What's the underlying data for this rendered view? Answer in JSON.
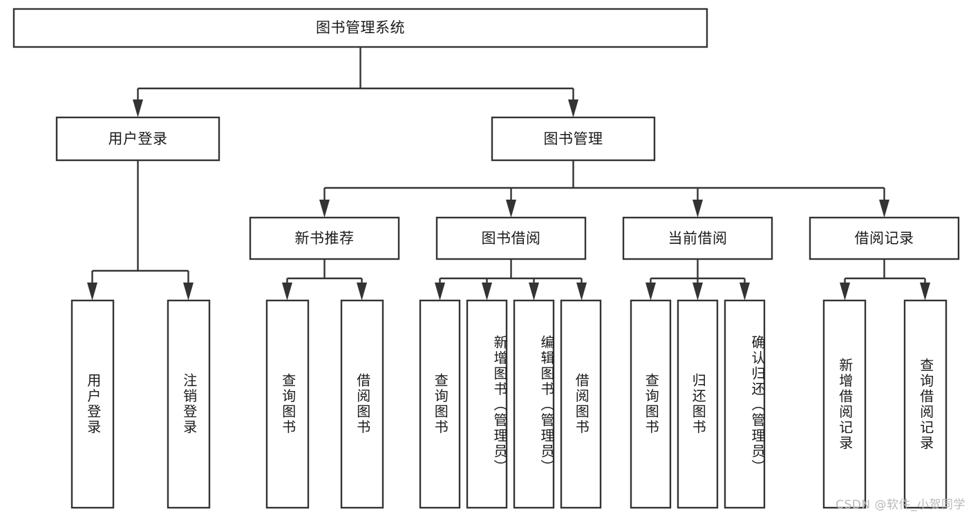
{
  "diagram": {
    "type": "hierarchy-tree",
    "title": "图书管理系统",
    "orientation": "top-down",
    "watermark": "CSDN @软件_小贺同学",
    "colors": {
      "box_stroke": "#333333",
      "box_fill": "#ffffff",
      "text": "#1a1a1a",
      "background": "#ffffff",
      "watermark": "#b9b9b9"
    },
    "nodes": {
      "root": {
        "label": "图书管理系统",
        "level": 0
      },
      "l1_0": {
        "label": "用户登录",
        "level": 1
      },
      "l1_1": {
        "label": "图书管理",
        "level": 1
      },
      "l2_0": {
        "label": "新书推荐",
        "level": 2
      },
      "l2_1": {
        "label": "图书借阅",
        "level": 2
      },
      "l2_2": {
        "label": "当前借阅",
        "level": 2
      },
      "l2_3": {
        "label": "借阅记录",
        "level": 2
      },
      "leaf_0": {
        "label": "用户登录",
        "level": 3,
        "parent": "用户登录"
      },
      "leaf_1": {
        "label": "注销登录",
        "level": 3,
        "parent": "用户登录"
      },
      "leaf_2": {
        "label": "查询图书",
        "level": 3,
        "parent": "新书推荐"
      },
      "leaf_3": {
        "label": "借阅图书",
        "level": 3,
        "parent": "新书推荐"
      },
      "leaf_4": {
        "label": "查询图书",
        "level": 3,
        "parent": "图书借阅"
      },
      "leaf_5": {
        "label": "新增图书（管理员）",
        "level": 3,
        "parent": "图书借阅"
      },
      "leaf_6": {
        "label": "编辑图书（管理员）",
        "level": 3,
        "parent": "图书借阅"
      },
      "leaf_7": {
        "label": "借阅图书",
        "level": 3,
        "parent": "图书借阅"
      },
      "leaf_8": {
        "label": "查询图书",
        "level": 3,
        "parent": "当前借阅"
      },
      "leaf_9": {
        "label": "归还图书",
        "level": 3,
        "parent": "当前借阅"
      },
      "leaf_10": {
        "label": "确认归还（管理员）",
        "level": 3,
        "parent": "当前借阅"
      },
      "leaf_11": {
        "label": "新增借阅记录",
        "level": 3,
        "parent": "借阅记录"
      },
      "leaf_12": {
        "label": "查询借阅记录",
        "level": 3,
        "parent": "借阅记录"
      }
    }
  }
}
